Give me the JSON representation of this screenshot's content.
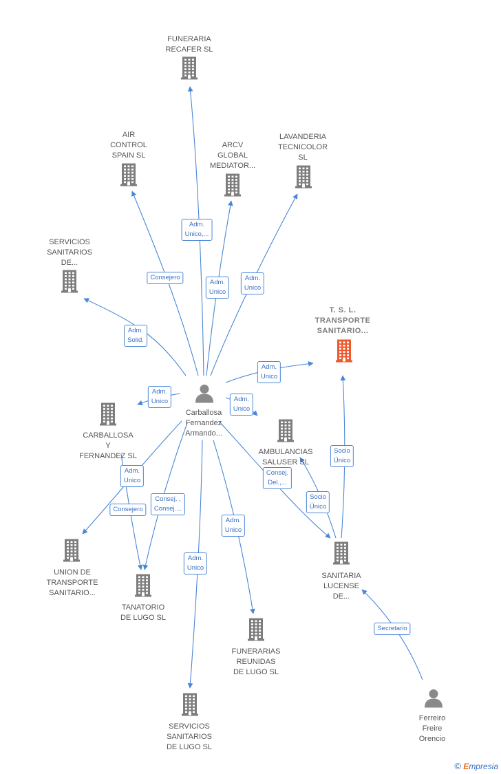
{
  "colors": {
    "edge": "#4a86d8",
    "company_icon": "#7d7d7d",
    "company_icon_highlight": "#f0592b",
    "person_icon": "#8a8a8a"
  },
  "nodes": {
    "funeraria_recafer": {
      "lines": [
        "FUNERARIA",
        "RECAFER SL"
      ]
    },
    "air_control": {
      "lines": [
        "AIR",
        "CONTROL",
        "SPAIN  SL"
      ]
    },
    "arcv": {
      "lines": [
        "ARCV",
        "GLOBAL",
        "MEDIATOR..."
      ]
    },
    "lavanderia": {
      "lines": [
        "LAVANDERIA",
        "TECNICOLOR",
        "SL"
      ]
    },
    "servicios_sanitarios_de": {
      "lines": [
        "SERVICIOS",
        "SANITARIOS",
        "DE..."
      ]
    },
    "tsl": {
      "lines": [
        "T.  S. L.",
        "TRANSPORTE",
        "SANITARIO..."
      ]
    },
    "center_person": {
      "lines": [
        "Carballosa",
        "Fernandez",
        "Armando..."
      ]
    },
    "carballosa_y_fernandez": {
      "lines": [
        "CARBALLOSA",
        "Y",
        "FERNANDEZ SL"
      ]
    },
    "ambulancias_saluser": {
      "lines": [
        "AMBULANCIAS",
        "SALUSER  SL"
      ]
    },
    "union_transporte": {
      "lines": [
        "UNION DE",
        "TRANSPORTE",
        "SANITARIO..."
      ]
    },
    "tanatorio": {
      "lines": [
        "TANATORIO",
        "DE LUGO SL"
      ]
    },
    "sanitaria_lucense": {
      "lines": [
        "SANITARIA",
        "LUCENSE",
        "DE..."
      ]
    },
    "funerarias_reunidas": {
      "lines": [
        "FUNERARIAS",
        "REUNIDAS",
        "DE LUGO  SL"
      ]
    },
    "servicios_sanitarios_lugo": {
      "lines": [
        "SERVICIOS",
        "SANITARIOS",
        "DE LUGO SL"
      ]
    },
    "ferreiro": {
      "lines": [
        "Ferreiro",
        "Freire",
        "Orencio"
      ]
    }
  },
  "edge_labels": {
    "recafer": [
      "Adm.",
      "Unico,..."
    ],
    "air_control": [
      "Consejero"
    ],
    "arcv": [
      "Adm.",
      "Unico"
    ],
    "lavanderia": [
      "Adm.",
      "Unico"
    ],
    "servicios_sanitarios_de": [
      "Adm.",
      "Solid."
    ],
    "tsl": [
      "Adm.",
      "Unico"
    ],
    "carballosa_y_fernandez": [
      "Adm.",
      "Unico"
    ],
    "ambulancias": [
      "Adm.",
      "Unico"
    ],
    "union_adm": [
      "Adm.",
      "Unico"
    ],
    "union_consejero": [
      "Consejero"
    ],
    "tanatorio": [
      "Consej. ,",
      "Consej...."
    ],
    "ambulancias_consej": [
      "Consej.",
      "Del.,..."
    ],
    "funerarias_reunidas": [
      "Adm.",
      "Unico"
    ],
    "servicios_lugo": [
      "Adm.",
      "Unico"
    ],
    "sanitaria_tsl": [
      "Socio",
      "Único"
    ],
    "sanitaria_ambulancias": [
      "Socio",
      "Único"
    ],
    "ferreiro_sanitaria": [
      "Secretario"
    ]
  },
  "footer": {
    "copyright": "©",
    "brand_e": "E",
    "brand_rest": "mpresia"
  }
}
